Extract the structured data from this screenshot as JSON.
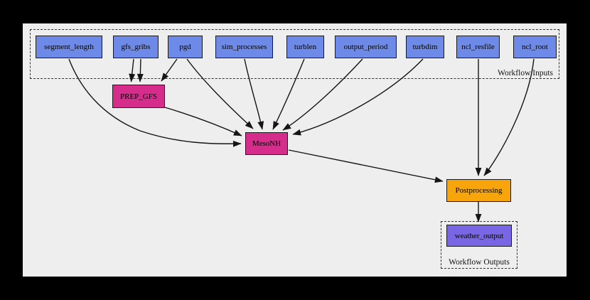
{
  "groups": {
    "inputs": {
      "label": "Workflow Inputs"
    },
    "outputs": {
      "label": "Workflow Outputs"
    }
  },
  "nodes": {
    "segment_length": {
      "label": "segment_length",
      "type": "input"
    },
    "gfs_gribs": {
      "label": "gfs_gribs",
      "type": "input"
    },
    "pgd": {
      "label": "pgd",
      "type": "input"
    },
    "sim_processes": {
      "label": "sim_processes",
      "type": "input"
    },
    "turblen": {
      "label": "turblen",
      "type": "input"
    },
    "output_period": {
      "label": "output_period",
      "type": "input"
    },
    "turbdim": {
      "label": "turbdim",
      "type": "input"
    },
    "ncl_resfile": {
      "label": "ncl_resfile",
      "type": "input"
    },
    "ncl_root": {
      "label": "ncl_root",
      "type": "input"
    },
    "PREP_GFS": {
      "label": "PREP_GFS",
      "type": "task"
    },
    "MesoNH": {
      "label": "MesoNH",
      "type": "task"
    },
    "Postprocessing": {
      "label": "Postprocessing",
      "type": "postprocess"
    },
    "weather_output": {
      "label": "weather_output",
      "type": "output"
    }
  },
  "edges": [
    {
      "from": "segment_length",
      "to": "MesoNH"
    },
    {
      "from": "gfs_gribs",
      "to": "PREP_GFS"
    },
    {
      "from": "gfs_gribs",
      "to": "PREP_GFS"
    },
    {
      "from": "pgd",
      "to": "PREP_GFS"
    },
    {
      "from": "pgd",
      "to": "MesoNH"
    },
    {
      "from": "sim_processes",
      "to": "MesoNH"
    },
    {
      "from": "turblen",
      "to": "MesoNH"
    },
    {
      "from": "output_period",
      "to": "MesoNH"
    },
    {
      "from": "turbdim",
      "to": "MesoNH"
    },
    {
      "from": "PREP_GFS",
      "to": "MesoNH"
    },
    {
      "from": "MesoNH",
      "to": "Postprocessing"
    },
    {
      "from": "ncl_resfile",
      "to": "Postprocessing"
    },
    {
      "from": "ncl_root",
      "to": "Postprocessing"
    },
    {
      "from": "Postprocessing",
      "to": "weather_output"
    }
  ],
  "colors": {
    "page_background": "#000000",
    "canvas_background": "#EEEEEE",
    "input_node_fill": "#6E8AE8",
    "task_node_fill": "#D62C8C",
    "postprocess_node_fill": "#F8A50C",
    "output_node_fill": "#7866E4",
    "node_border": "#1B1B1B",
    "edge_color": "#151515"
  }
}
